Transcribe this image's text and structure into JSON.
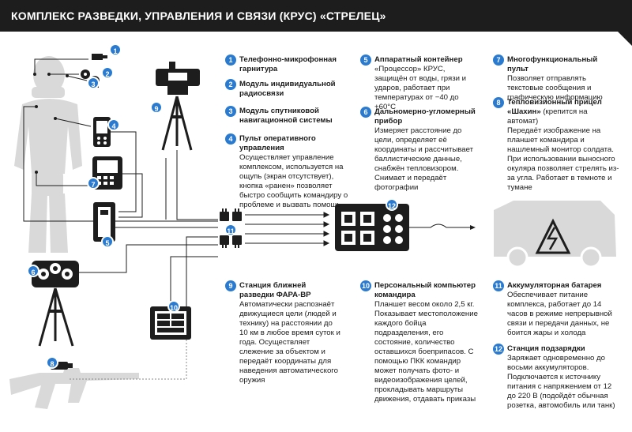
{
  "header": {
    "title": "КОМПЛЕКС РАЗВЕДКИ, УПРАВЛЕНИЯ И СВЯЗИ (КРУС) «СТРЕЛЕЦ»"
  },
  "colors": {
    "accent": "#2a7bd0",
    "dark": "#1d1d1d",
    "figure": "#d9d9d9"
  },
  "items": [
    {
      "n": "1",
      "title": "Телефонно-микрофонная гарнитура",
      "desc": ""
    },
    {
      "n": "2",
      "title": "Модуль индивидуальной радиосвязи",
      "desc": ""
    },
    {
      "n": "3",
      "title": "Модуль спутниковой навигационной системы",
      "desc": ""
    },
    {
      "n": "4",
      "title": "Пульт оперативного управления",
      "desc": "Осуществляет управление комплексом, используется на ощупь (экран отсутствует), кнопка «ранен» позволяет быстро сообщить командиру о проблеме и вызвать помощь"
    },
    {
      "n": "5",
      "title": "Аппаратный контейнер",
      "desc": "«Процессор» КРУС, защищён от воды, грязи и ударов, работает при температурах от −40 до +60°С"
    },
    {
      "n": "6",
      "title": "Дальномерно-угломерный прибор",
      "desc": "Измеряет расстояние до цели, определяет её координаты и рассчитывает баллистические данные, снабжён тепловизором. Снимает и передаёт фотографии"
    },
    {
      "n": "7",
      "title": "Многофункциональный пульт",
      "desc": "Позволяет отправлять текстовые сообщения и графическую информацию"
    },
    {
      "n": "8",
      "title": "Тепловизионный прицел «Шахин»",
      "note": "(крепится на автомат)",
      "desc": "Передаёт изображение на планшет командира и нашлемный монитор солдата. При использовании выносного окуляра позволяет стрелять из-за угла. Работает в темноте и тумане"
    },
    {
      "n": "9",
      "title": "Станция ближней разведки ФАРА-ВР",
      "desc": "Автоматически распознаёт движущиеся цели (людей и технику) на расстоянии до 10 км в любое время суток и года. Осуществляет слежение за объектом и передаёт координаты для наведения автоматического оружия"
    },
    {
      "n": "10",
      "title": "Персональный компьютер командира",
      "desc": "Планшет весом около 2,5 кг. Показывает местоположение каждого бойца подразделения, его состояние, количество оставшихся боеприпасов. С помощью ПКК командир может получать фото- и видеоизображения целей, прокладывать маршруты движения, отдавать приказы"
    },
    {
      "n": "11",
      "title": "Аккумуляторная батарея",
      "desc": "Обеспечивает питание комплекса, работает до 14 часов в режиме непрерывной связи и передачи данных, не боится жары и холода"
    },
    {
      "n": "12",
      "title": "Станция подзарядки",
      "desc": "Заряжает одновременно до восьми аккумуляторов. Подключается к источнику питания с напряжением от 12 до 220 В (подойдёт обычная розетка, автомобиль или танк)"
    }
  ],
  "markers": [
    "1",
    "2",
    "3",
    "4",
    "7",
    "5",
    "9",
    "6",
    "10",
    "8",
    "11",
    "12"
  ]
}
